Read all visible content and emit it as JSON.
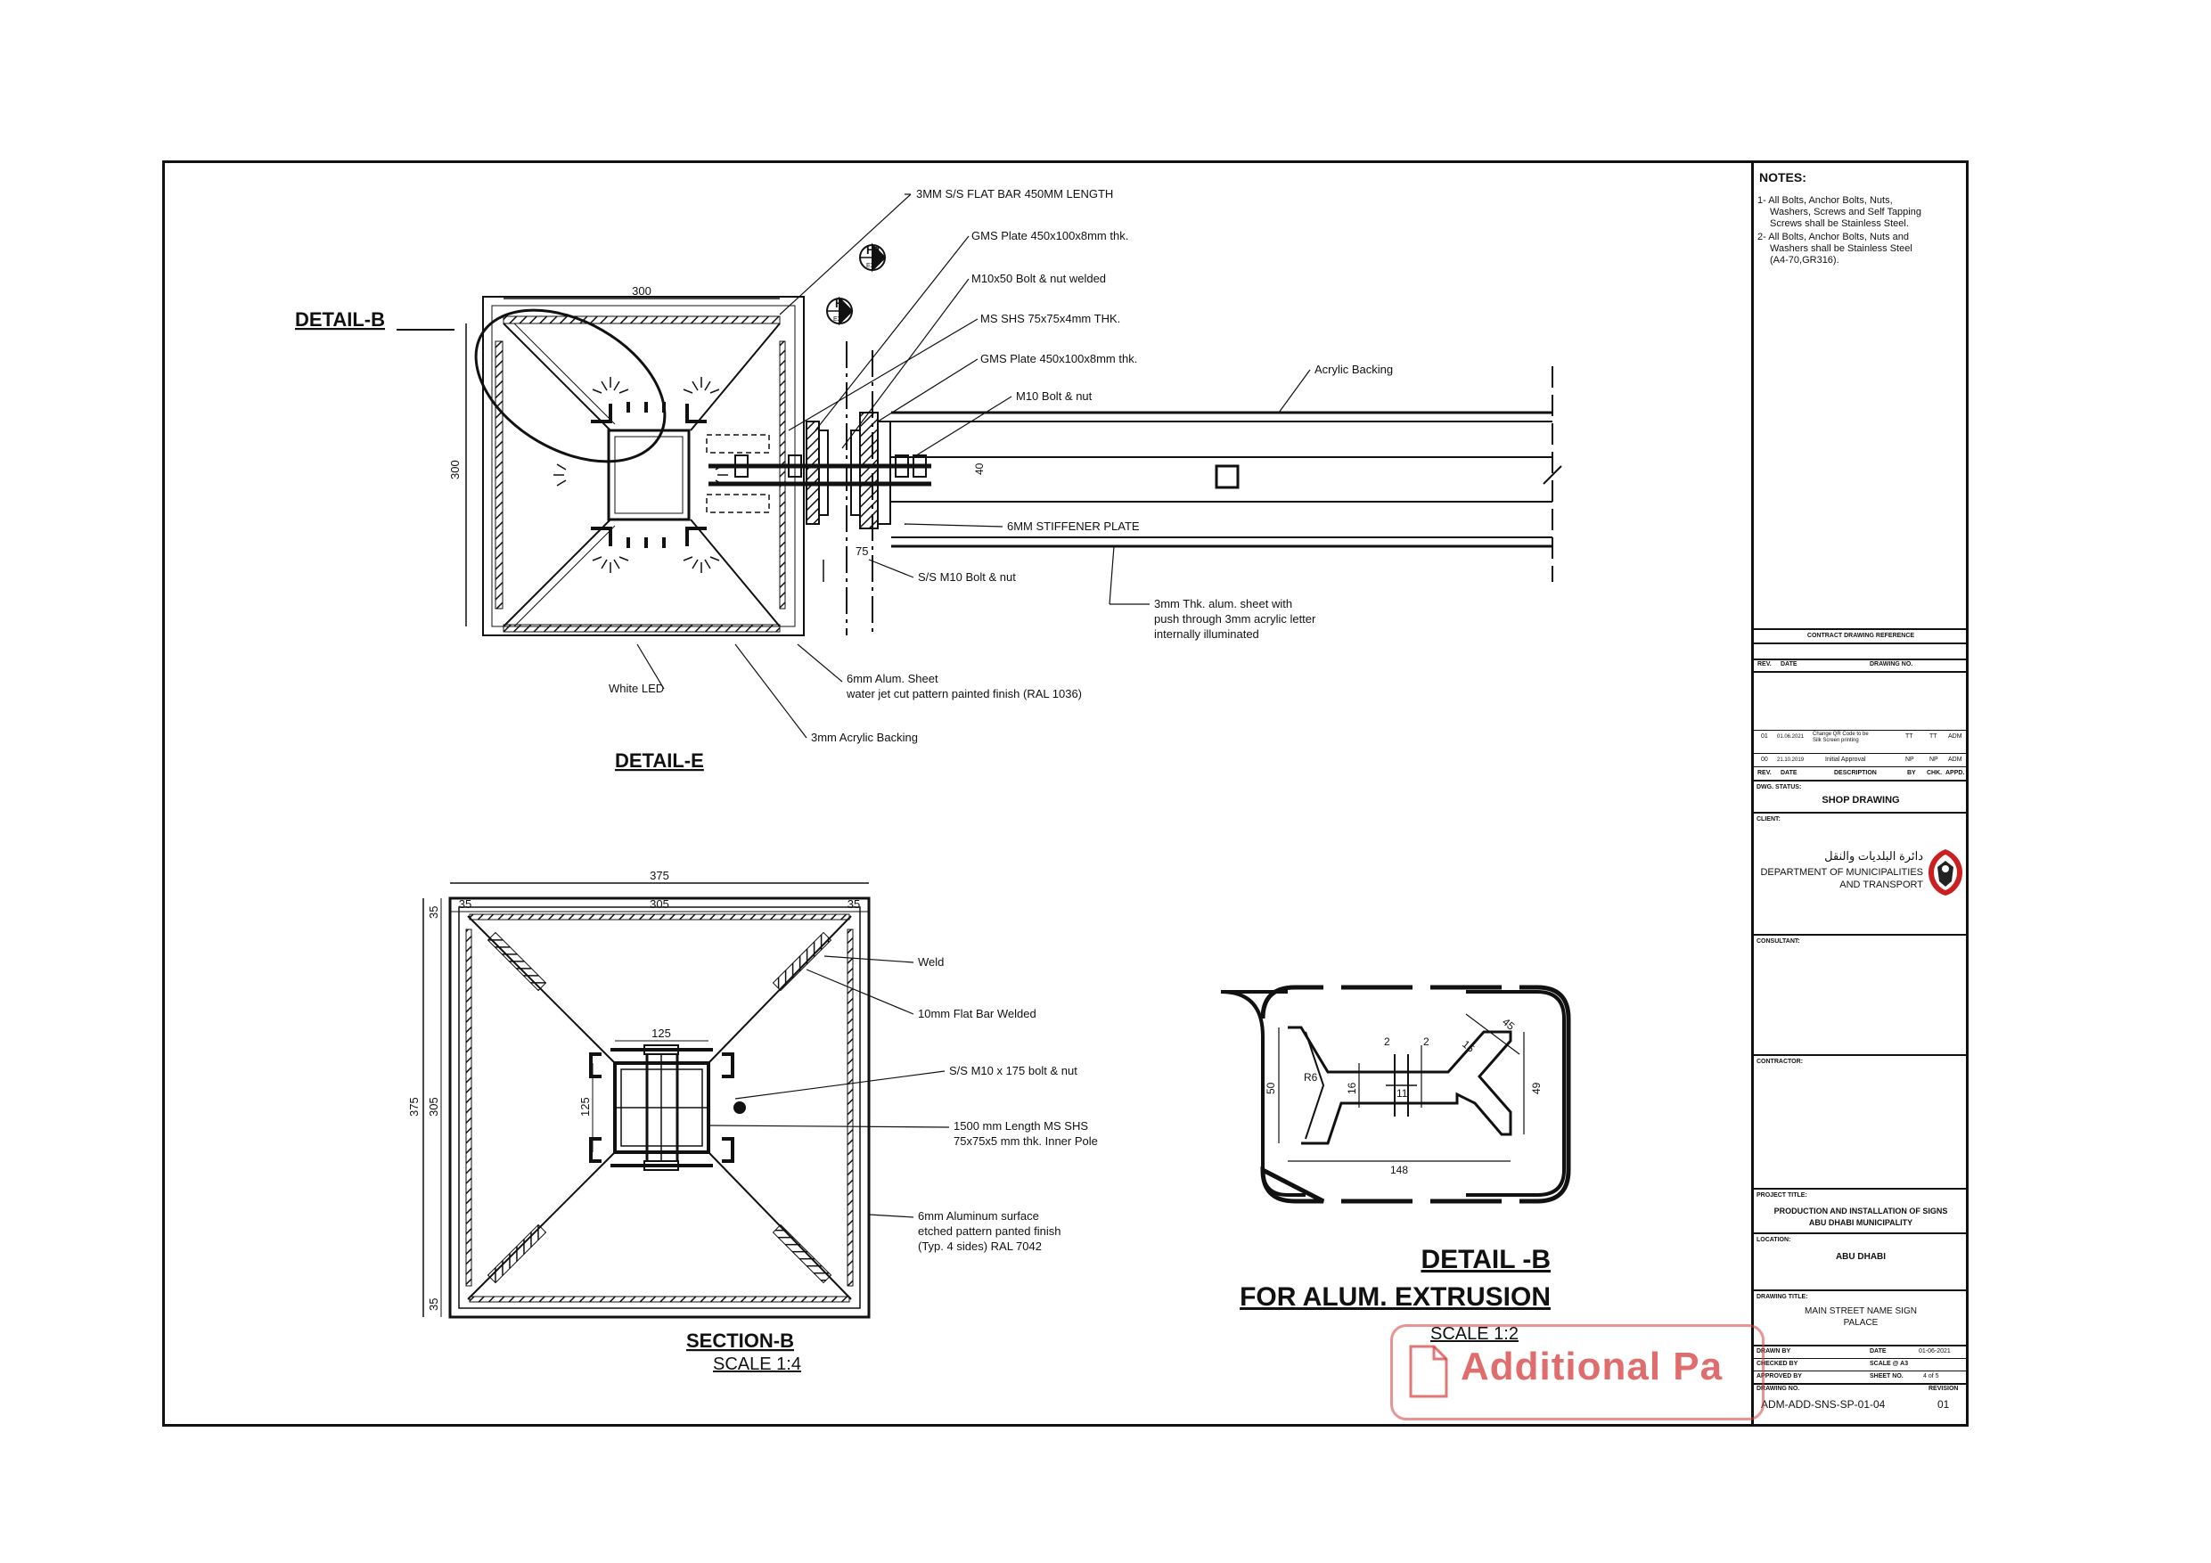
{
  "detail_e": {
    "tag_b": "DETAIL-B",
    "title": "DETAIL-E",
    "dim_top": "300",
    "dim_side": "300",
    "dim_40": "40",
    "dim_75": "75",
    "section_h1": "H1",
    "section_h": "H",
    "sheet_ref": "EX",
    "callouts": [
      "3MM S/S FLAT BAR 450MM LENGTH",
      "GMS Plate 450x100x8mm thk.",
      "M10x50 Bolt & nut welded",
      "MS SHS 75x75x4mm THK.",
      "GMS Plate 450x100x8mm thk.",
      "M10 Bolt & nut",
      "Acrylic Backing",
      "6MM STIFFENER PLATE",
      "S/S M10 Bolt & nut",
      "3mm Thk. alum. sheet with",
      "push through 3mm acrylic letter",
      "internally illuminated",
      "White LED",
      "6mm Alum. Sheet",
      "water jet cut pattern painted finish (RAL 1036)",
      "3mm Acrylic Backing"
    ]
  },
  "section_b": {
    "title": "SECTION-B",
    "scale": "SCALE 1:4",
    "dims": [
      "375",
      "35",
      "305",
      "35",
      "35",
      "305",
      "35",
      "375",
      "125",
      "125"
    ],
    "callouts": [
      "Weld",
      "10mm Flat Bar Welded",
      "S/S M10 x 175 bolt & nut",
      "1500 mm Length MS SHS",
      "75x75x5 mm thk. Inner Pole",
      "6mm Aluminum surface",
      "etched pattern  panted finish",
      "(Typ. 4 sides) RAL 7042"
    ]
  },
  "detail_b": {
    "title_line1": "DETAIL -B",
    "title_line2": "FOR ALUM. EXTRUSION",
    "scale": "SCALE 1:2",
    "dims": [
      "50",
      "R6",
      "16",
      "2",
      "11",
      "2",
      "15",
      "45",
      "49",
      "148"
    ]
  },
  "notes": {
    "heading": "NOTES:",
    "items": [
      "1- All Bolts, Anchor Bolts, Nuts,",
      "Washers, Screws and Self Tapping",
      "Screws shall be Stainless Steel.",
      "2- All Bolts, Anchor Bolts, Nuts and",
      "Washers shall be Stainless Steel",
      "(A4-70,GR316)."
    ]
  },
  "title_block": {
    "contract_ref": "CONTRACT DRAWING REFERENCE",
    "ref_cols": [
      "REV.",
      "DATE",
      "DRAWING NO."
    ],
    "rev_rows": [
      [
        "01",
        "01.06.2021",
        "Change QR Code to be Silk Screen printing",
        "TT",
        "TT",
        "ADM"
      ],
      [
        "00",
        "21.10.2019",
        "Initial Approval",
        "NP",
        "NP",
        "ADM"
      ]
    ],
    "rev_cols": [
      "REV.",
      "DATE",
      "DESCRIPTION",
      "BY",
      "CHK.",
      "APPD."
    ],
    "status_label": "DWG. STATUS:",
    "status": "SHOP DRAWING",
    "client_label": "CLIENT:",
    "client_arabic": "دائرة البلديات والنقل",
    "client_en_1": "DEPARTMENT OF MUNICIPALITIES",
    "client_en_2": "AND TRANSPORT",
    "consultant_label": "CONSULTANT:",
    "contractor_label": "CONTRACTOR:",
    "project_label": "PROJECT TITLE:",
    "project_1": "PRODUCTION AND INSTALLATION OF SIGNS",
    "project_2": "ABU DHABI MUNICIPALITY",
    "location_label": "LOCATION:",
    "location": "ABU DHABI",
    "dwg_title_label": "DRAWING TITLE:",
    "dwg_title_1": "MAIN STREET NAME SIGN",
    "dwg_title_2": "PALACE",
    "drawn_by": "DRAWN BY",
    "checked_by": "CHECKED BY",
    "approved_by": "APPROVED BY",
    "date_label": "DATE",
    "date": "01-06-2021",
    "scale_label": "SCALE @ A3",
    "sheet_label": "SHEET NO.",
    "sheet": "4 of 5",
    "dwg_no_label": "DRAWING NO.",
    "dwg_no": "ADM-ADD-SNS-SP-01-04",
    "revision_label": "REVISION",
    "revision": "01"
  },
  "watermark": {
    "text": "Additional Pa"
  }
}
